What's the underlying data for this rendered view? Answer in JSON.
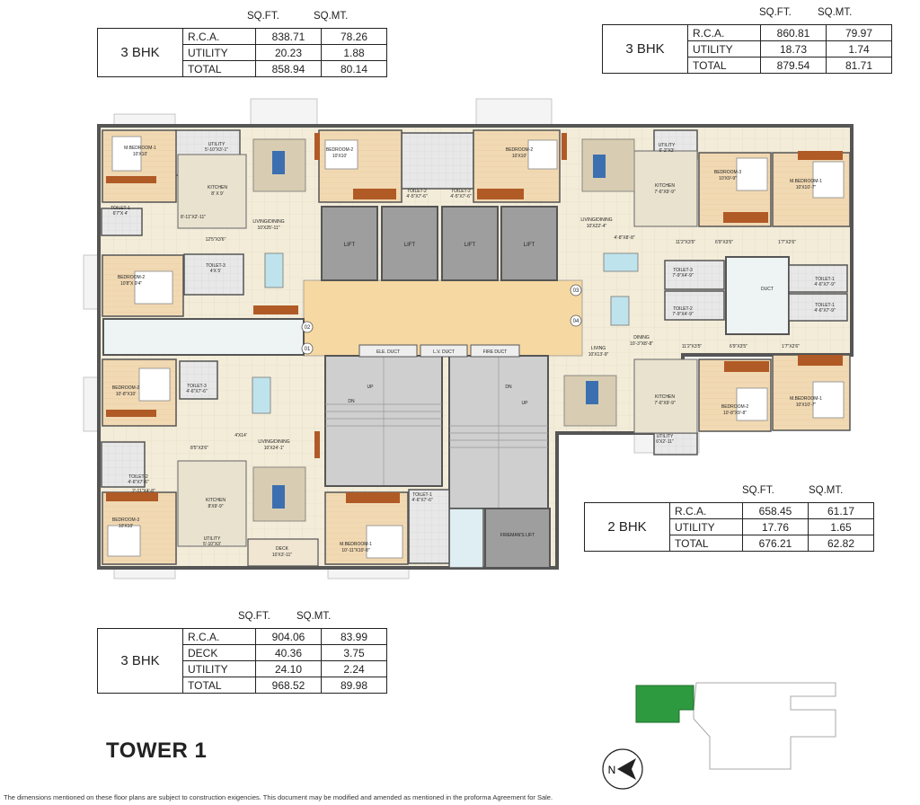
{
  "area_tables": [
    {
      "id": "top-left",
      "type": "3 BHK",
      "headers": [
        "SQ.FT.",
        "SQ.MT."
      ],
      "rows": [
        {
          "label": "R.C.A.",
          "sqft": "838.71",
          "sqmt": "78.26"
        },
        {
          "label": "UTILITY",
          "sqft": "20.23",
          "sqmt": "1.88"
        },
        {
          "label": "TOTAL",
          "sqft": "858.94",
          "sqmt": "80.14"
        }
      ]
    },
    {
      "id": "top-right",
      "type": "3 BHK",
      "headers": [
        "SQ.FT.",
        "SQ.MT."
      ],
      "rows": [
        {
          "label": "R.C.A.",
          "sqft": "860.81",
          "sqmt": "79.97"
        },
        {
          "label": "UTILITY",
          "sqft": "18.73",
          "sqmt": "1.74"
        },
        {
          "label": "TOTAL",
          "sqft": "879.54",
          "sqmt": "81.71"
        }
      ]
    },
    {
      "id": "mid-right",
      "type": "2 BHK",
      "headers": [
        "SQ.FT.",
        "SQ.MT."
      ],
      "rows": [
        {
          "label": "R.C.A.",
          "sqft": "658.45",
          "sqmt": "61.17"
        },
        {
          "label": "UTILITY",
          "sqft": "17.76",
          "sqmt": "1.65"
        },
        {
          "label": "TOTAL",
          "sqft": "676.21",
          "sqmt": "62.82"
        }
      ]
    },
    {
      "id": "bottom-left",
      "type": "3 BHK",
      "headers": [
        "SQ.FT.",
        "SQ.MT."
      ],
      "rows": [
        {
          "label": "R.C.A.",
          "sqft": "904.06",
          "sqmt": "83.99"
        },
        {
          "label": "DECK",
          "sqft": "40.36",
          "sqmt": "3.75"
        },
        {
          "label": "UTILITY",
          "sqft": "24.10",
          "sqmt": "2.24"
        },
        {
          "label": "TOTAL",
          "sqft": "968.52",
          "sqmt": "89.98"
        }
      ]
    }
  ],
  "rooms": {
    "tl_mbed": {
      "name": "M.BEDROOM-1",
      "dim": "10'X10'"
    },
    "tl_util": {
      "name": "UTILITY",
      "dim": "5'-10\"X3'-1\""
    },
    "tl_kitchen": {
      "name": "KITCHEN",
      "dim": "8' X 9'"
    },
    "tl_living": {
      "name": "LIVING/DINING",
      "dim": "10'X25'-11\""
    },
    "tl_bed2": {
      "name": "BEDROOM-2",
      "dim": "10'X10'"
    },
    "tl_toilet2": {
      "name": "TOILET-2",
      "dim": "4'-5\"X7'-6\""
    },
    "tl_toilet1": {
      "name": "TOILET-1",
      "dim": "6'7\"X 4'"
    },
    "tl_toilet3": {
      "name": "TOILET-3",
      "dim": "4'X 5'"
    },
    "tl_bed2b": {
      "name": "BEDROOM-2",
      "dim": "10'8\"X 9'4\""
    },
    "tr_bed2": {
      "name": "BEDROOM-2",
      "dim": "10'X10'"
    },
    "tr_toilet2": {
      "name": "TOILET-2",
      "dim": "4'-5\"X7'-6\""
    },
    "tr_util": {
      "name": "UTILITY",
      "dim": "6'-2\"X3'"
    },
    "tr_kitchen": {
      "name": "KITCHEN",
      "dim": "7'-6\"X9'-9\""
    },
    "tr_living": {
      "name": "LIVING/DINING",
      "dim": "10'X22'-4\""
    },
    "tr_bed3": {
      "name": "BEDROOM-3",
      "dim": "10'X9'-9\""
    },
    "tr_mbed": {
      "name": "M.BEDROOM-1",
      "dim": "10'X10'-7\""
    },
    "r_toilet3": {
      "name": "TOILET-3",
      "dim": "7'-9\"X4'-9\""
    },
    "r_toilet2": {
      "name": "TOILET-2",
      "dim": "7'-9\"X4'-9\""
    },
    "r_toilet1a": {
      "name": "TOILET-1",
      "dim": "4'-6\"X7'-9\""
    },
    "r_toilet1b": {
      "name": "TOILET-1",
      "dim": "4'-6\"X7'-9\""
    },
    "r_duct": {
      "name": "DUCT"
    },
    "r_dining": {
      "name": "DINING",
      "dim": "10'-3\"X8'-8\""
    },
    "r_living": {
      "name": "LIVING",
      "dim": "10'X13'-9\""
    },
    "r_kitchen": {
      "name": "KITCHEN",
      "dim": "7'-6\"X9'-9\""
    },
    "r_util": {
      "name": "UTILITY",
      "dim": "6'X2'-11\""
    },
    "r_bed2": {
      "name": "BEDROOM-2",
      "dim": "10'-8\"X9'-8\""
    },
    "r_mbed": {
      "name": "M.BEDROOM-1",
      "dim": "10'X10'-7\""
    },
    "bl_bed2": {
      "name": "BEDROOM-2",
      "dim": "10'-8\"X10'"
    },
    "bl_toilet3": {
      "name": "TOILET-3",
      "dim": "4'-6\"X7'-6\""
    },
    "bl_toilet2": {
      "name": "TOILET-2",
      "dim": "4'-6\"X7'-6\""
    },
    "bl_living": {
      "name": "LIVING/DINING",
      "dim": "10'X24'-1\""
    },
    "bl_kitchen": {
      "name": "KITCHEN",
      "dim": "8'X9'-9\""
    },
    "bl_util": {
      "name": "UTILITY",
      "dim": "5'-10\"X3'"
    },
    "bl_deck": {
      "name": "DECK",
      "dim": "10'X3'-11\""
    },
    "bl_bed3": {
      "name": "BEDROOM-3",
      "dim": "10'X10'"
    },
    "bl_mbed": {
      "name": "M.BEDROOM-1",
      "dim": "10'-11\"X10'-8\""
    },
    "bl_toilet1": {
      "name": "TOILET-1",
      "dim": "4'-6\"X7'-6\""
    }
  },
  "passage_dims": [
    "12'5\"X3'6\"",
    "8'-11\"X2'-11\"",
    "4'-8\"X8'-8\"",
    "11'2\"X3'5\"",
    "6'9\"X3'5\"",
    "1'7\"X2'6\"",
    "11'2\"X3'5\"",
    "6'9\"X3'5\"",
    "1'7\"X2'6\"",
    "8'5\"X3'6\"",
    "4'X14'",
    "2'-11\"X4'-8\""
  ],
  "lifts": [
    "LIFT",
    "LIFT",
    "LIFT",
    "LIFT"
  ],
  "fireman_lift": "FIREMAN'S LIFT",
  "ducts": {
    "ele": "ELE. DUCT",
    "lv": "L.V. DUCT",
    "fire": "FIRE DUCT"
  },
  "stairs": {
    "up": "UP",
    "dn": "DN"
  },
  "flat_numbers": [
    "01",
    "02",
    "03",
    "04"
  ],
  "tower_title": "TOWER 1",
  "north_label": "N",
  "disclaimer": "The dimensions mentioned on these floor plans are subject to construction exigencies. This document may be modified and amended as mentioned in the proforma Agreement for Sale.",
  "colors": {
    "floor": "#f3ecd9",
    "lobby": "#f6d8a2",
    "lift": "#9e9e9e",
    "wood": "#b05a26",
    "bath": "#e6e6e6",
    "key_highlight": "#2e9a3f",
    "wall": "#555555"
  }
}
